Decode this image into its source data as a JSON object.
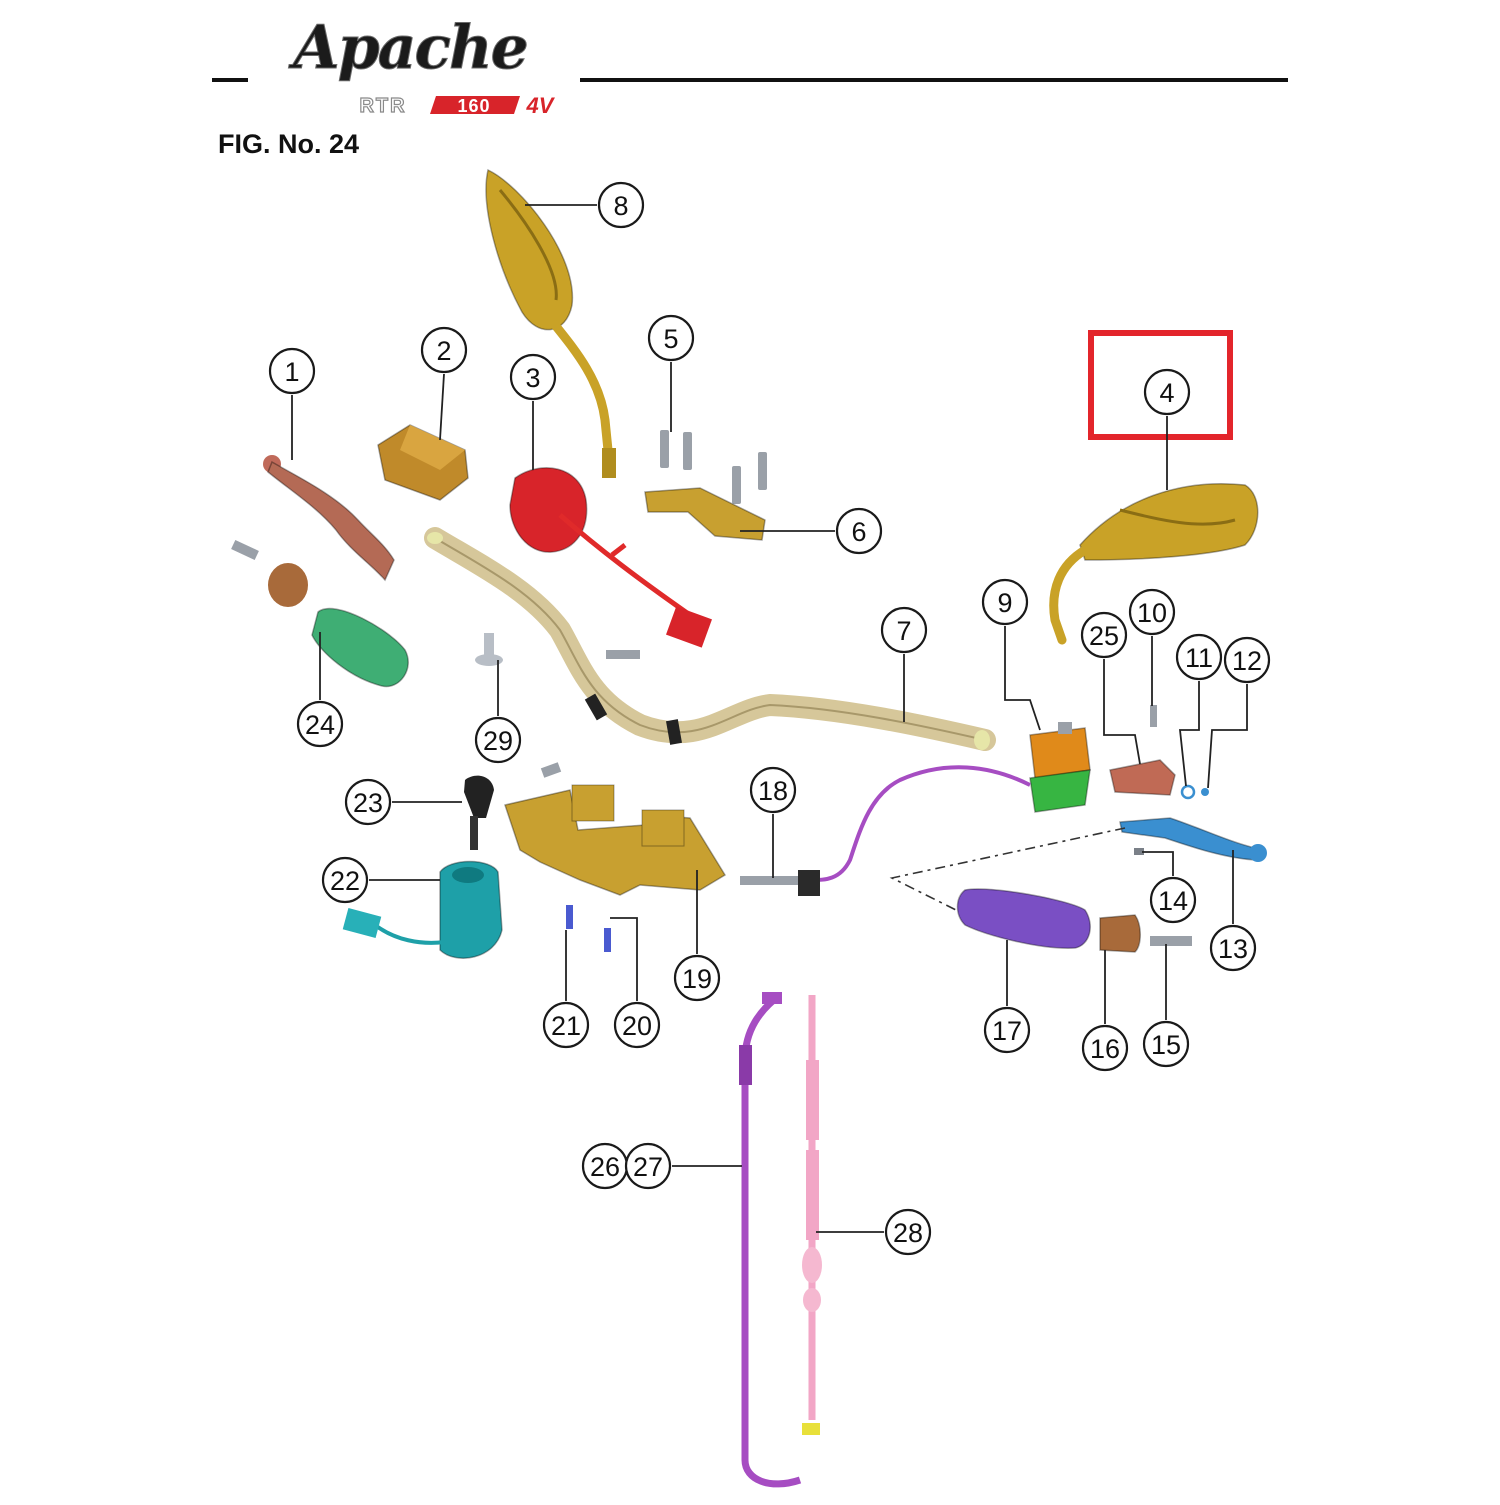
{
  "header": {
    "brand": "Apache",
    "model_prefix": "RTR",
    "model_number": "160",
    "model_suffix": "4V",
    "figure_label": "FIG. No. 24"
  },
  "highlight": {
    "label": "4",
    "color": "#e3252b"
  },
  "colors": {
    "mirror": "#c9a227",
    "master_cylinder": "#c8a030",
    "throttle_housing": "#d8242a",
    "handlebar": "#d6c79a",
    "left_grip": "#3fae74",
    "right_grip": "#7a4fc4",
    "switch_green": "#37b542",
    "switch_orange": "#e08a1a",
    "lever_left": "#b46a55",
    "lever_right": "#3a8fd0",
    "ignition": "#1ea0a8",
    "bar_end": "#a86a3a",
    "cable_purple": "#a64dc2",
    "cable_pink": "#f2a6c6",
    "screw": "#9aa0a8"
  },
  "callouts": [
    {
      "label": "1"
    },
    {
      "label": "2"
    },
    {
      "label": "3"
    },
    {
      "label": "4"
    },
    {
      "label": "5"
    },
    {
      "label": "6"
    },
    {
      "label": "7"
    },
    {
      "label": "8"
    },
    {
      "label": "9"
    },
    {
      "label": "10"
    },
    {
      "label": "11"
    },
    {
      "label": "12"
    },
    {
      "label": "13"
    },
    {
      "label": "14"
    },
    {
      "label": "15"
    },
    {
      "label": "16"
    },
    {
      "label": "17"
    },
    {
      "label": "18"
    },
    {
      "label": "19"
    },
    {
      "label": "20"
    },
    {
      "label": "21"
    },
    {
      "label": "22"
    },
    {
      "label": "23"
    },
    {
      "label": "24"
    },
    {
      "label": "25"
    },
    {
      "label": "26"
    },
    {
      "label": "27"
    },
    {
      "label": "28"
    },
    {
      "label": "29"
    }
  ]
}
